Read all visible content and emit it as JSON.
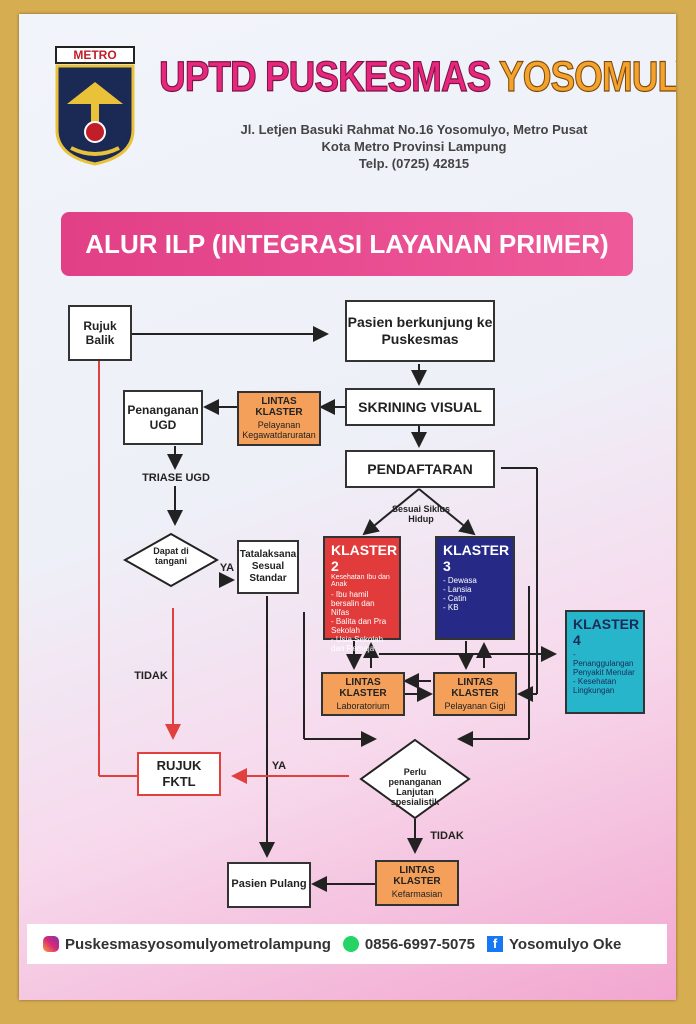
{
  "header": {
    "logo_label": "METRO",
    "title_part1": "UPTD PUSKESMAS",
    "title_part2": "YOSOMULYO",
    "address_line1": "Jl. Letjen Basuki Rahmat No.16 Yosomulyo, Metro Pusat",
    "address_line2": "Kota Metro Provinsi Lampung",
    "phone": "Telp. (0725) 42815"
  },
  "banner": {
    "title": "ALUR ILP (INTEGRASI LAYANAN PRIMER)"
  },
  "flow": {
    "rujuk_balik": "Rujuk Balik",
    "pasien_berkunjung": "Pasien berkunjung ke Puskesmas",
    "skrining_visual": "SKRINING VISUAL",
    "pendaftaran": "PENDAFTARAN",
    "penanganan_ugd": "Penanganan UGD",
    "lintas_klaster_label": "LINTAS KLASTER",
    "pelayanan_kegawatdaruratan": "Pelayanan Kegawatdaruratan",
    "triase_ugd": "TRIASE UGD",
    "dapat_ditangani": "Dapat di tangani",
    "ya": "YA",
    "tidak": "TIDAK",
    "tatalaksana": "Tatalaksana Sesual Standar",
    "sesuai_siklus": "Sesuai Siklus Hidup",
    "laboratorium": "Laboratorium",
    "pelayanan_gigi": "Pelayanan Gigi",
    "kefarmasian": "Kefarmasian",
    "rujuk_fktl": "RUJUK FKTL",
    "perlu_penanganan": "Perlu penanganan Lanjutan spesialistik",
    "pasien_pulang": "Pasien Pulang"
  },
  "klaster": {
    "k2": {
      "title": "KLASTER 2",
      "subtitle": "Kesehatan Ibu dan Anak",
      "items": [
        "Ibu hamil bersalin dan Nifas",
        "Balita dan Pra Sekolah",
        "Usia Sekolah dan Remaja"
      ],
      "color": "#e23b3b"
    },
    "k3": {
      "title": "KLASTER 3",
      "items": [
        "Dewasa",
        "Lansia",
        "Catin",
        "KB"
      ],
      "color": "#262a86"
    },
    "k4": {
      "title": "KLASTER 4",
      "items": [
        "Penanggulangan Penyakit Menular",
        "Kesehatan Lingkungan"
      ],
      "color": "#27b5cc"
    }
  },
  "footer": {
    "instagram_icon": "instagram-icon",
    "instagram": "Puskesmasyosomulyometrolampung",
    "whatsapp_icon": "whatsapp-icon",
    "whatsapp": "0856-6997-5075",
    "facebook_icon": "facebook-icon",
    "facebook": "Yosomulyo Oke"
  }
}
